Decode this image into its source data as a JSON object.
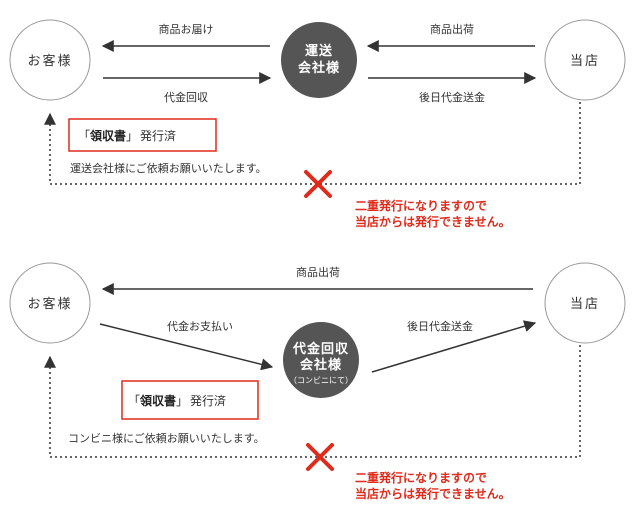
{
  "colors": {
    "arrow": "#333333",
    "node_border": "#999999",
    "node_dark_fill": "#555555",
    "receipt_border": "#e02a1a",
    "cross": "#e02a1a",
    "warning_text": "#e02a1a",
    "dotted_line": "#333333"
  },
  "icons": {
    "cross": "cross-mark-icon"
  },
  "flow1": {
    "customer": "お客様",
    "shop": "当店",
    "carrier_line1": "運送",
    "carrier_line2": "会社様",
    "arrow_delivery": "商品お届け",
    "arrow_payment": "代金回収",
    "arrow_shipment": "商品出荷",
    "arrow_remit": "後日代金送金",
    "receipt_bracket_open": "「",
    "receipt_strong": "領収書",
    "receipt_bracket_close": "」",
    "receipt_suffix": "発行済",
    "request_note": "運送会社様にご依頼お願いいたします。",
    "warning_line1": "二重発行になりますので",
    "warning_line2": "当店からは発行できません。"
  },
  "flow2": {
    "customer": "お客様",
    "shop": "当店",
    "collector_line1": "代金回収",
    "collector_line2": "会社様",
    "collector_sub": "（コンビニにて）",
    "arrow_shipment": "商品出荷",
    "arrow_payment": "代金お支払い",
    "arrow_remit": "後日代金送金",
    "receipt_bracket_open": "「",
    "receipt_strong": "領収書",
    "receipt_bracket_close": "」",
    "receipt_suffix": "発行済",
    "request_note": "コンビニ様にご依頼お願いいたします。",
    "warning_line1": "二重発行になりますので",
    "warning_line2": "当店からは発行できません。"
  }
}
